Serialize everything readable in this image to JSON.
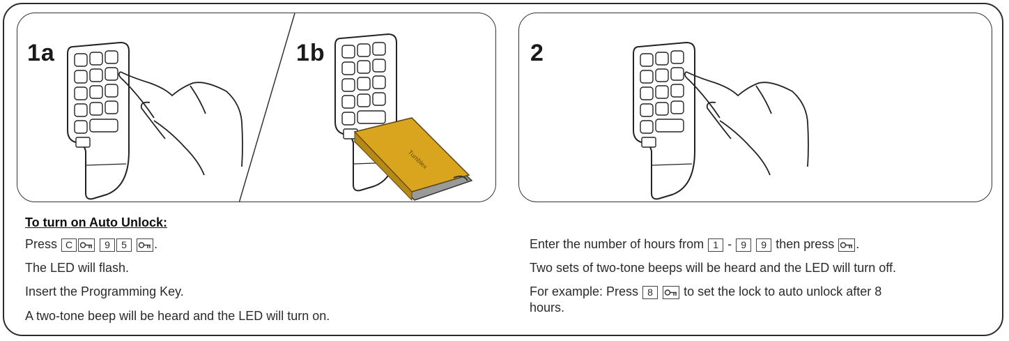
{
  "labels": {
    "step_1a": "1a",
    "step_1b": "1b",
    "step_2": "2"
  },
  "left": {
    "heading": "To turn on Auto Unlock:",
    "press_prefix": "Press",
    "keys_seq": [
      "C",
      "9",
      "5"
    ],
    "line_flash": "The LED will flash.",
    "line_insert": "Insert the Programming Key.",
    "line_beep": "A two-tone beep will be heard and the LED will turn on."
  },
  "right": {
    "enter_prefix": "Enter the number of hours from",
    "range_from": "1",
    "range_dash": "-",
    "range_to_a": "9",
    "range_to_b": "9",
    "then_press": "then press",
    "line_two_sets": "Two sets of two-tone beeps will be heard and the LED will turn off.",
    "example_prefix": "For example: Press",
    "example_key": "8",
    "example_suffix": "to set the lock to auto unlock after 8",
    "example_cont": "hours."
  },
  "icons": {
    "key_icon": "key-icon",
    "keypad": "keypad-lock-illustration",
    "hand": "pointing-hand-illustration",
    "usb_key": "programming-key-illustration"
  },
  "colors": {
    "usb_key": "#d9a51f",
    "outline": "#2b2b2b"
  }
}
